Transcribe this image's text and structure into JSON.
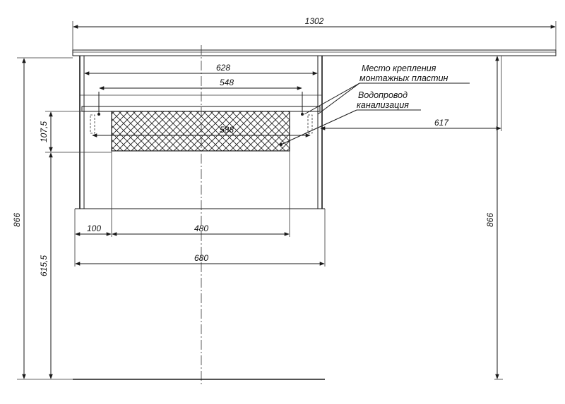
{
  "dimensions": {
    "top_total_width": "1302",
    "inner_width": "628",
    "mounting_plate_span": "548",
    "pipe_span": "588",
    "right_offset": "617",
    "left_height": "866",
    "right_height": "866",
    "top_offset_height": "107,5",
    "lower_height": "615,5",
    "left_margin": "100",
    "middle_width": "480",
    "bottom_width": "680"
  },
  "callouts": {
    "mounting_plates_line1": "Место крепления",
    "mounting_plates_line2": "монтажных пластин",
    "plumbing_line1": "Водопровод",
    "plumbing_line2": "канализация"
  }
}
